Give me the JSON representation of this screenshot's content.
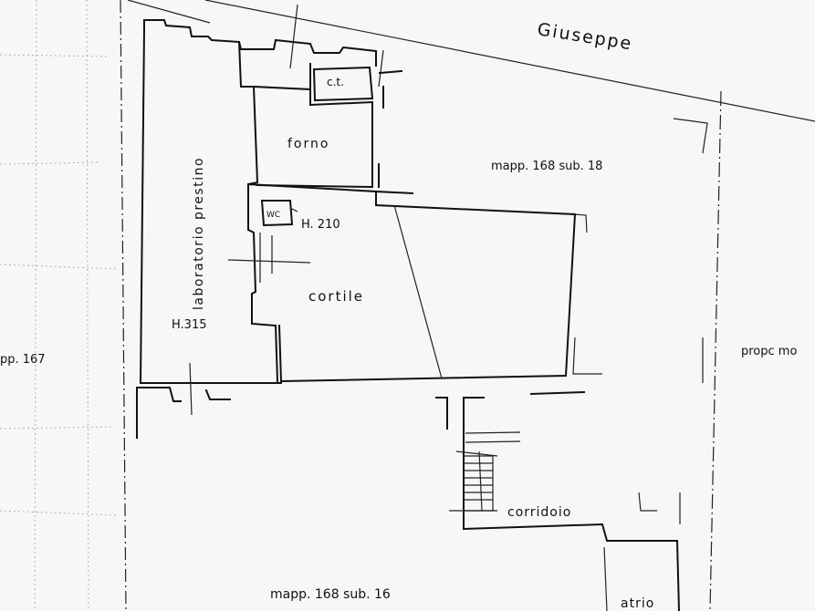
{
  "plan": {
    "street_name": "Giuseppe",
    "rooms": {
      "laboratorio": "laboratorio prestino",
      "laboratorio_height": "H.315",
      "forno": "forno",
      "ct": "c.t.",
      "wc": "WC",
      "wc_height": "H. 210",
      "cortile": "cortile",
      "corridoio": "corridoio",
      "atrio": "atrio"
    },
    "parcels": {
      "sub18": "mapp. 168  sub. 18",
      "sub16": "mapp. 168   sub. 16",
      "mapp167": "pp. 167",
      "propc": "propc mo"
    }
  }
}
